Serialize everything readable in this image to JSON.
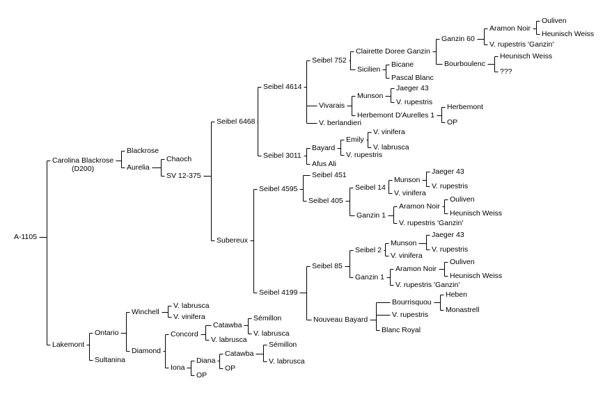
{
  "colors": {
    "background": "#ffffff",
    "line": "#000000",
    "text": "#000000"
  },
  "nodes": {
    "root": "A-1105",
    "carolina_line1": "Carolina Blackrose",
    "carolina_line2": "(D200)",
    "lakemont": "Lakemont",
    "blackrose": "Blackrose",
    "aurelia": "Aurelia",
    "chaoch": "Chaoch",
    "sv12": "SV 12-375",
    "seibel6468": "Seibel 6468",
    "subereux": "Subereux",
    "seibel4614": "Seibel 4614",
    "seibel3011": "Seibel 3011",
    "seibel752": "Seibel 752",
    "clairette": "Clairette Doree Ganzin",
    "ganzin60": "Ganzin 60",
    "aramon_a": "Aramon Noir",
    "ouliven_a": "Ouliven",
    "heunisch_a": "Heunisch Weiss",
    "rup_ganzin_a": "V. rupestris 'Ganzin'",
    "bourboulenc": "Bourboulenc",
    "heunisch_b": "Heunisch Weiss",
    "unknown": "???",
    "sicilien": "Sicilien",
    "bicane": "Bicane",
    "pascal": "Pascal Blanc",
    "vivarais": "Vivarais",
    "munson_a": "Munson",
    "jaeger_a": "Jaeger 43",
    "rup_a": "V. rupestris",
    "herbemont_da": "Herbemont D'Aurelles 1",
    "herbemont": "Herbemont",
    "op_a": "OP",
    "berlandieri": "V. berlandieri",
    "bayard": "Bayard",
    "emily": "Emily",
    "vin_a": "V. vinifera",
    "lab_a": "V. labrusca",
    "rup_b": "V. rupestris",
    "afus": "Afus Ali",
    "seibel4595": "Seibel 4595",
    "seibel451": "Seibel 451",
    "seibel405": "Seibel 405",
    "seibel14": "Seibel 14",
    "munson_b": "Munson",
    "jaeger_b": "Jaeger 43",
    "rup_c": "V. rupestris",
    "vin_b": "V. vinifera",
    "ganzin1_a": "Ganzin 1",
    "aramon_b": "Aramon Noir",
    "ouliven_b": "Ouliven",
    "heunisch_c": "Heunisch Weiss",
    "rup_ganzin_b": "V. rupestris 'Ganzin'",
    "seibel4199": "Seibel 4199",
    "seibel85": "Seibel 85",
    "seibel2": "Seibel 2",
    "munson_c": "Munson",
    "jaeger_c": "Jaeger 43",
    "rup_d": "V. rupestris",
    "vin_c": "V. vinifera",
    "ganzin1_b": "Ganzin 1",
    "aramon_c": "Aramon Noir",
    "ouliven_c": "Ouliven",
    "heunisch_d": "Heunisch Weiss",
    "rup_ganzin_c": "V. rupestris 'Ganzin'",
    "nouveau_bayard": "Nouveau Bayard",
    "bourrisquou": "Bourrisquou",
    "heben": "Heben",
    "monastrell": "Monastrell",
    "rup_e": "V. rupestris",
    "blanc_royal": "Blanc Royal",
    "ontario": "Ontario",
    "winchell": "Winchell",
    "lab_b": "V. labrusca",
    "vin_d": "V. vinifera",
    "diamond": "Diamond",
    "concord": "Concord",
    "catawba_a": "Catawba",
    "semillon_a": "Sémillon",
    "lab_c": "V. labrusca",
    "lab_d": "V. labrusca",
    "iona": "Iona",
    "diana": "Diana",
    "catawba_b": "Catawba",
    "semillon_b": "Sémillon",
    "lab_e": "V. labrusca",
    "op_b": "OP",
    "op_c": "OP",
    "sultanina": "Sultanina"
  }
}
